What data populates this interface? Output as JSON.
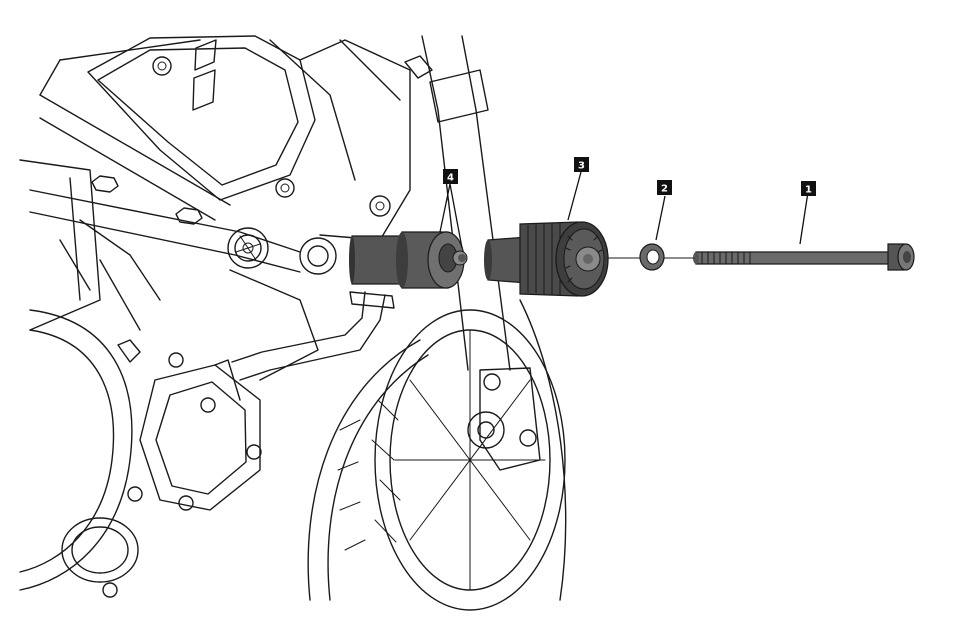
{
  "diagram": {
    "colors": {
      "line": "#1a1a1a",
      "part_fill": "#555555",
      "part_dark": "#333333",
      "part_light": "#8a8a8a",
      "callout_bg": "#111111",
      "callout_text": "#ffffff"
    },
    "callouts": [
      {
        "label": "1",
        "part": "bolt"
      },
      {
        "label": "2",
        "part": "washer"
      },
      {
        "label": "3",
        "part": "slider"
      },
      {
        "label": "4",
        "part": "spacer"
      }
    ]
  }
}
